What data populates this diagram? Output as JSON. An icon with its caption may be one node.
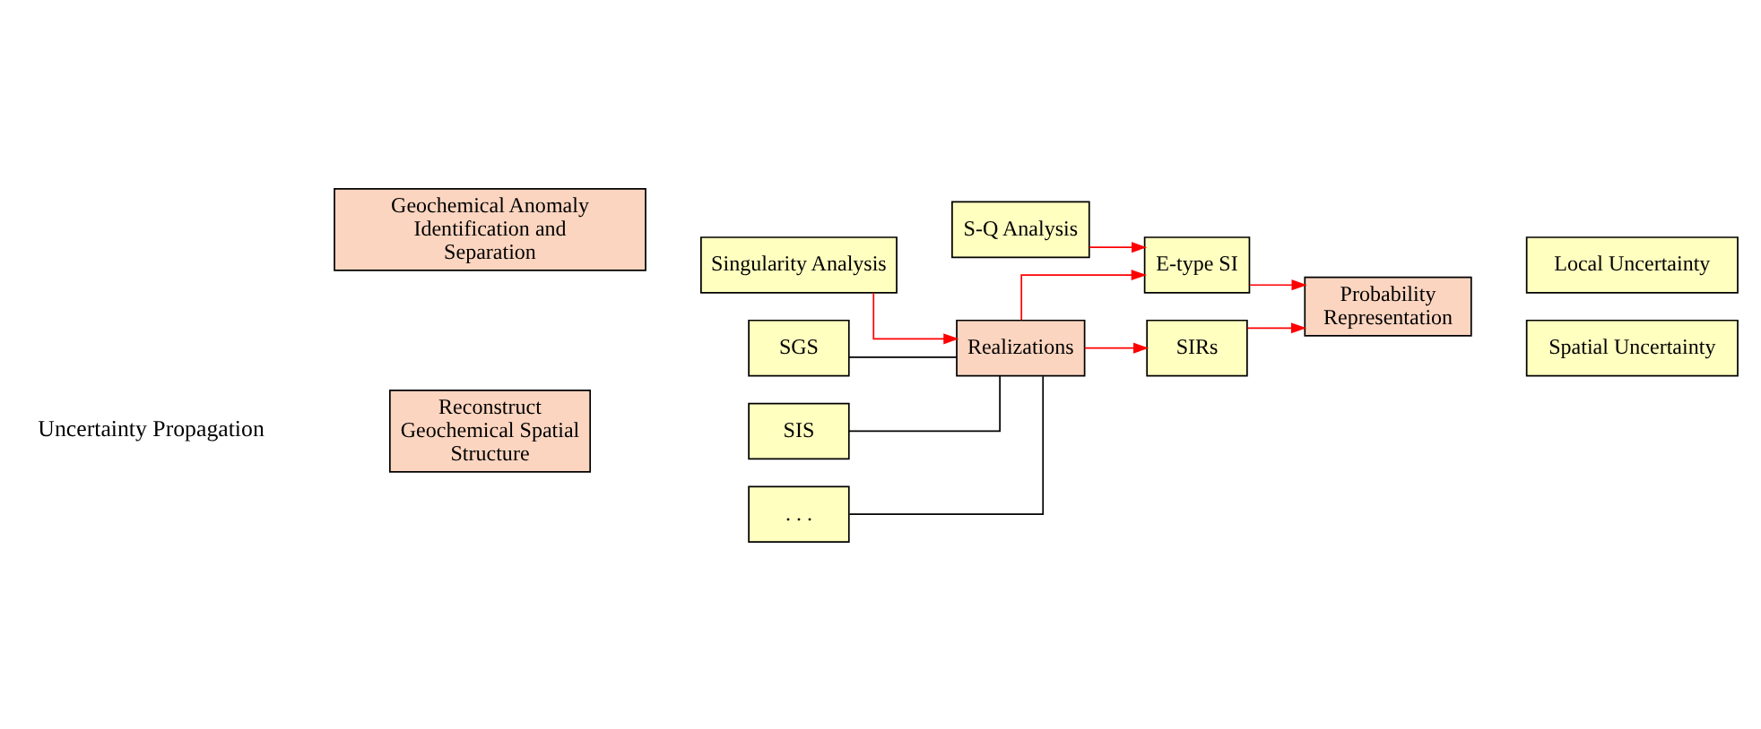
{
  "diagram": {
    "nodes": [
      {
        "text": [
          "Reconstruct Geochemical Spatial Structure"
        ]
      },
      {
        "text": [
          "SGS"
        ]
      },
      {
        "text": [
          "SIS"
        ]
      },
      {
        "text": [
          ". . ."
        ]
      },
      {
        "text": [
          "Realizations"
        ]
      },
      {
        "text": [
          "SIRs"
        ]
      },
      {
        "text": [
          "E-type SI"
        ]
      },
      {
        "text": [
          "Probability Representation"
        ]
      },
      {
        "text": [
          "Local Uncertainty"
        ]
      },
      {
        "text": [
          "Spatial Uncertainty"
        ]
      },
      {
        "text": [
          "Singularity Analysis"
        ]
      },
      {
        "text": [
          "S-Q Analysis"
        ]
      },
      {
        "text": [
          "Geochemical Anomaly Identification and Separation"
        ]
      }
    ],
    "edges": [
      {
        "from": 1,
        "to": 4,
        "arrow": "none",
        "color": "#000000"
      },
      {
        "from": 2,
        "to": 4,
        "arrow": "none",
        "color": "#000000"
      },
      {
        "from": 3,
        "to": 4,
        "arrow": "none",
        "color": "#000000"
      },
      {
        "from": 4,
        "to": 5,
        "arrow": "to"
      },
      {
        "from": 4,
        "to": 6,
        "arrow": "to"
      },
      {
        "from": 5,
        "to": 7,
        "arrow": "to"
      },
      {
        "from": 6,
        "to": 7,
        "arrow": "to"
      },
      {
        "from": 10,
        "to": 4,
        "arrow": "to"
      },
      {
        "from": 11,
        "to": 6,
        "arrow": "to"
      }
    ],
    "labels": [
      "Uncertainty Propagation"
    ]
  }
}
